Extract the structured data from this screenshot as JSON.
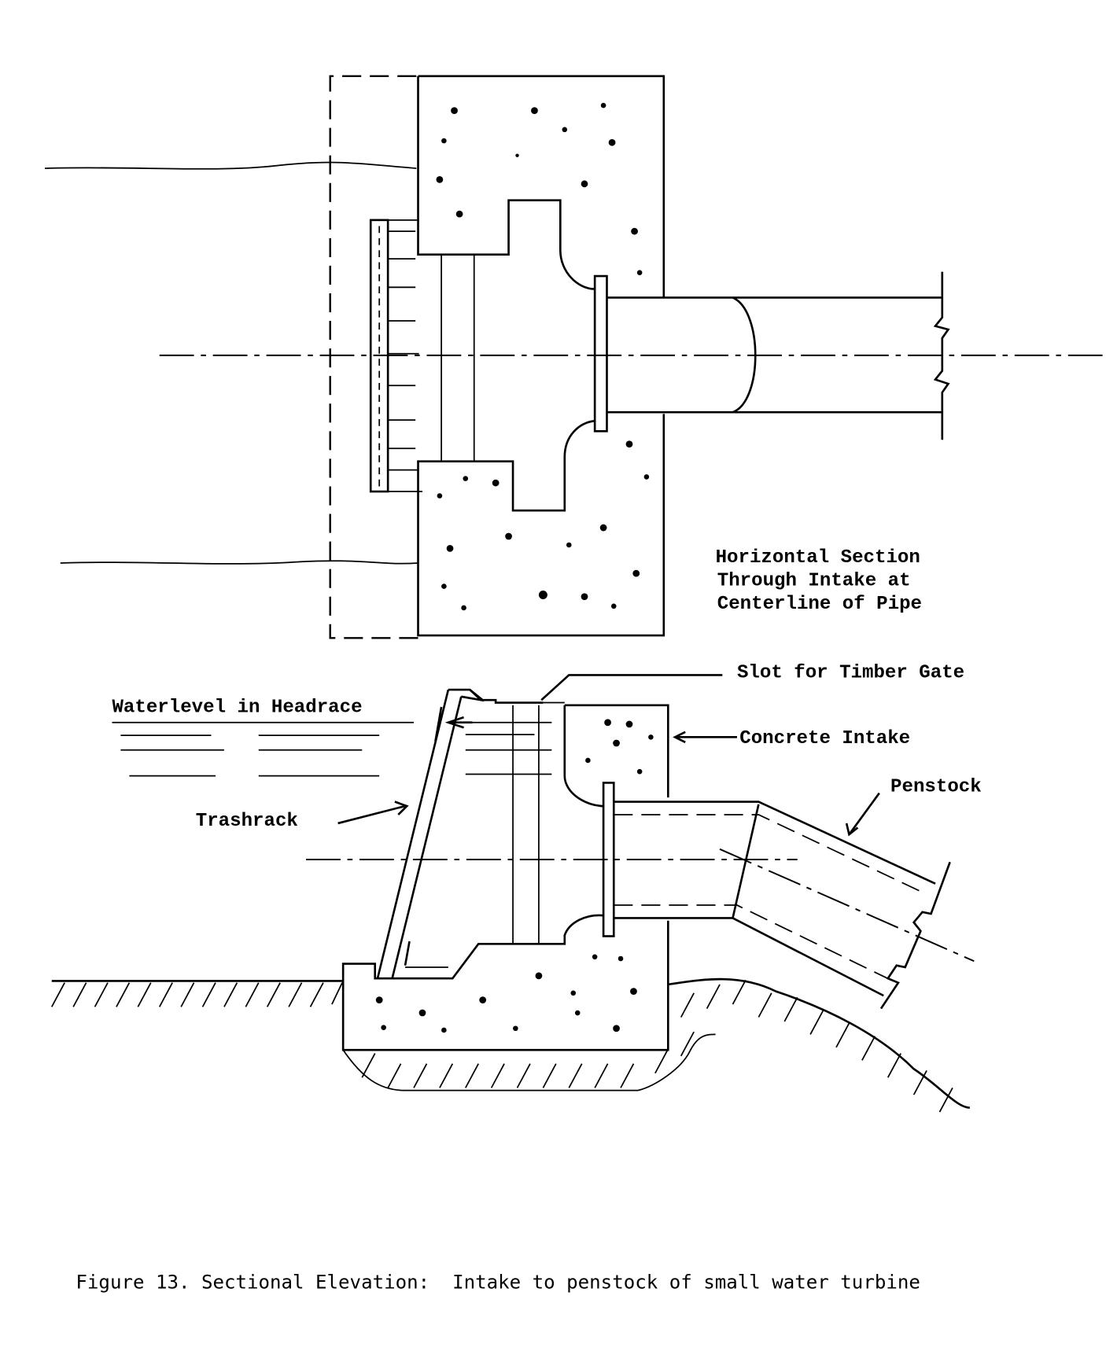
{
  "figure": {
    "caption": "Figure 13. Sectional Elevation:  Intake to penstock of small water turbine",
    "top_view": {
      "title_lines": [
        "Horizontal Section",
        "Through Intake at",
        "Centerline of Pipe"
      ]
    },
    "elevation_view": {
      "labels": {
        "waterlevel": "Waterlevel in Headrace",
        "slot": "Slot for Timber Gate",
        "concrete": "Concrete Intake",
        "penstock": "Penstock",
        "trashrack": "Trashrack"
      }
    }
  }
}
